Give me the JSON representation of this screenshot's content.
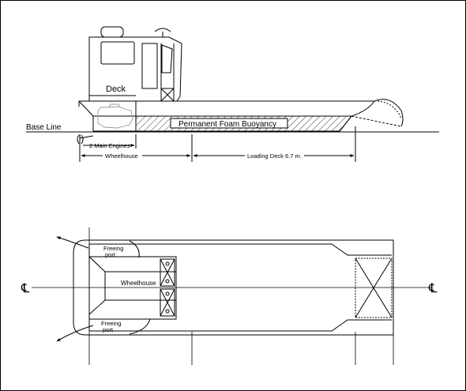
{
  "side_view": {
    "deck_label": "Deck",
    "base_line_label": "Base Line",
    "buoyancy_label": "Permanent Foam Buoyancy",
    "engines_label": "2 Main Engines",
    "wheelhouse_dim_label": "Wheelhouse",
    "loading_deck_dim_label": "Loading Deck 6.7 m."
  },
  "plan_view": {
    "wheelhouse_label": "Wheelhouse",
    "freeing_port_top": [
      "Freeing",
      "port"
    ],
    "freeing_port_bottom": [
      "Freeing",
      "port"
    ],
    "centerline_symbol": "℄"
  },
  "colors": {
    "line": "#000000",
    "background": "#ffffff",
    "engine_outline": "#9a9a9a"
  }
}
